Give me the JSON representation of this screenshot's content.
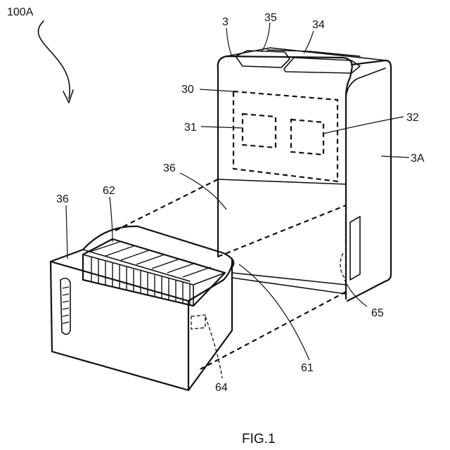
{
  "figure": {
    "caption": "FIG.1",
    "labels": {
      "assembly": "100A",
      "body": "3",
      "panel_35": "35",
      "panel_34": "34",
      "region_30": "30",
      "part_31": "31",
      "part_32": "32",
      "side_3A": "3A",
      "tank_opening": "36",
      "tank": "36",
      "filter_62": "62",
      "part_61": "61",
      "part_64": "64",
      "part_65": "65"
    }
  }
}
